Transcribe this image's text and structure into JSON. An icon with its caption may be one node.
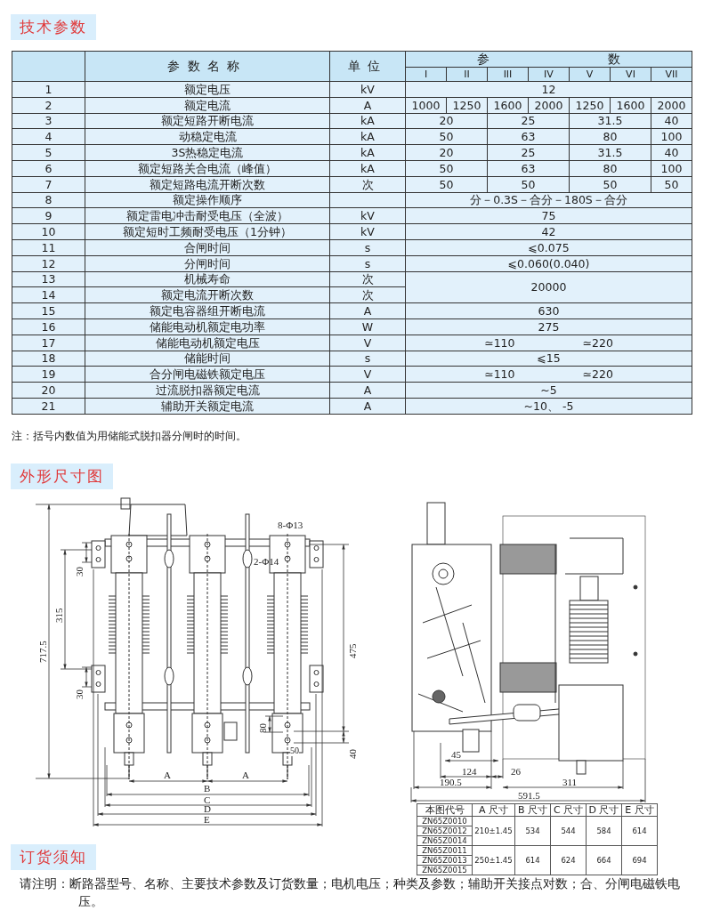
{
  "diagram": {
    "labels": [
      "技术参数",
      "参数名称",
      "单位",
      "参数",
      "I",
      "II",
      "III",
      "IV",
      "V",
      "VI",
      "VII",
      "1",
      "额定电压",
      "kV",
      "12",
      "2",
      "额定电流",
      "A",
      "1000",
      "1250",
      "1600",
      "2000",
      "1250",
      "1600",
      "2000",
      "3",
      "额定短路开断电流",
      "kA",
      "20",
      "25",
      "31.5",
      "40",
      "4",
      "动稳定电流",
      "kA",
      "50",
      "63",
      "80",
      "100",
      "5",
      "3S热稳定电流",
      "kA",
      "20",
      "25",
      "31.5",
      "40",
      "6",
      "额定短路关合电流（峰值）",
      "kA",
      "50",
      "63",
      "80",
      "100",
      "7",
      "额定短路电流开断次数",
      "次",
      "50",
      "50",
      "50",
      "50",
      "8",
      "额定操作顺序",
      "分－0.3S－合分－180S－合分",
      "9",
      "额定雷电冲击耐受电压（全波）",
      "kV",
      "75",
      "10",
      "额定短时工频耐受电压（1分钟）",
      "kV",
      "42",
      "11",
      "合闸时间",
      "s",
      "⩽0.075",
      "12",
      "分闸时间",
      "s",
      "⩽0.060(0.040)",
      "13",
      "机械寿命",
      "次",
      "20000",
      "14",
      "额定电流开断次数",
      "次",
      "15",
      "额定电容器组开断电流",
      "A",
      "630",
      "16",
      "储能电动机额定电功率",
      "W",
      "275",
      "17",
      "储能电动机额定电压",
      "V",
      "≃110",
      "≃220",
      "18",
      "储能时间",
      "s",
      "⩽15",
      "19",
      "合分闸电磁铁额定电压",
      "V",
      "≃110",
      "≃220",
      "20",
      "过流脱扣器额定电流",
      "A",
      "~5",
      "21",
      "辅助开关额定电流",
      "A",
      "~10、 -5",
      "注：括号内数值为用储能式脱扣器分闸时的时间。",
      "外形尺寸图",
      "8-Φ13",
      "2-Φ14",
      "30",
      "315",
      "717.5",
      "30",
      "475",
      "80",
      "50",
      "40",
      "A",
      "A",
      "B",
      "C",
      "D",
      "E",
      "45",
      "124",
      "26",
      "190.5",
      "311",
      "591.5",
      "本图代号",
      "A 尺寸",
      "B 尺寸",
      "C 尺寸",
      "D 尺寸",
      "E 尺寸",
      "ZN65Z0010",
      "ZN65Z0012",
      "210±1.45",
      "534",
      "544",
      "584",
      "614",
      "ZN65Z0014",
      "ZN65Z0011",
      "ZN65Z0013",
      "250±1.45",
      "614",
      "624",
      "664",
      "694",
      "ZN65Z0015",
      "订货须知",
      "请注明：断路器型号、名称、主要技术参数及订货数量；电机电压；种类及参数；辅助开关接点对数；合、分闸电磁铁电压。"
    ]
  }
}
